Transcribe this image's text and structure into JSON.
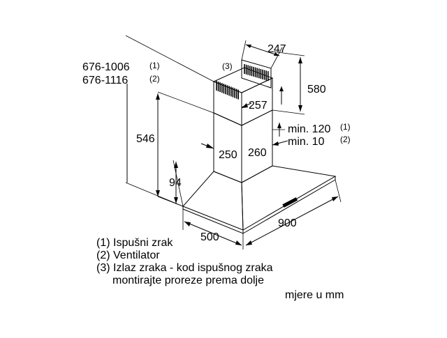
{
  "dimensions": {
    "height_range_1": "676-1006",
    "height_range_1_note": "(1)",
    "height_range_2": "676-1116",
    "height_range_2_note": "(2)",
    "outlet_note": "(3)",
    "chimney_depth": "247",
    "chimney_height": "580",
    "chimney_width": "257",
    "min_gap_1": "min. 120",
    "min_gap_1_note": "(1)",
    "min_gap_2": "min. 10",
    "min_gap_2_note": "(2)",
    "lower_duct_height": "546",
    "lower_duct_width": "250",
    "lower_duct_depth": "260",
    "hood_height": "94",
    "hood_depth": "500",
    "hood_width": "900"
  },
  "legend": [
    "(1) Ispušni zrak",
    "(2) Ventilator",
    "(3) Izlaz zraka - kod ispušnog zraka",
    "montirajte proreze prema dolje"
  ],
  "units_note": "mjere u mm"
}
